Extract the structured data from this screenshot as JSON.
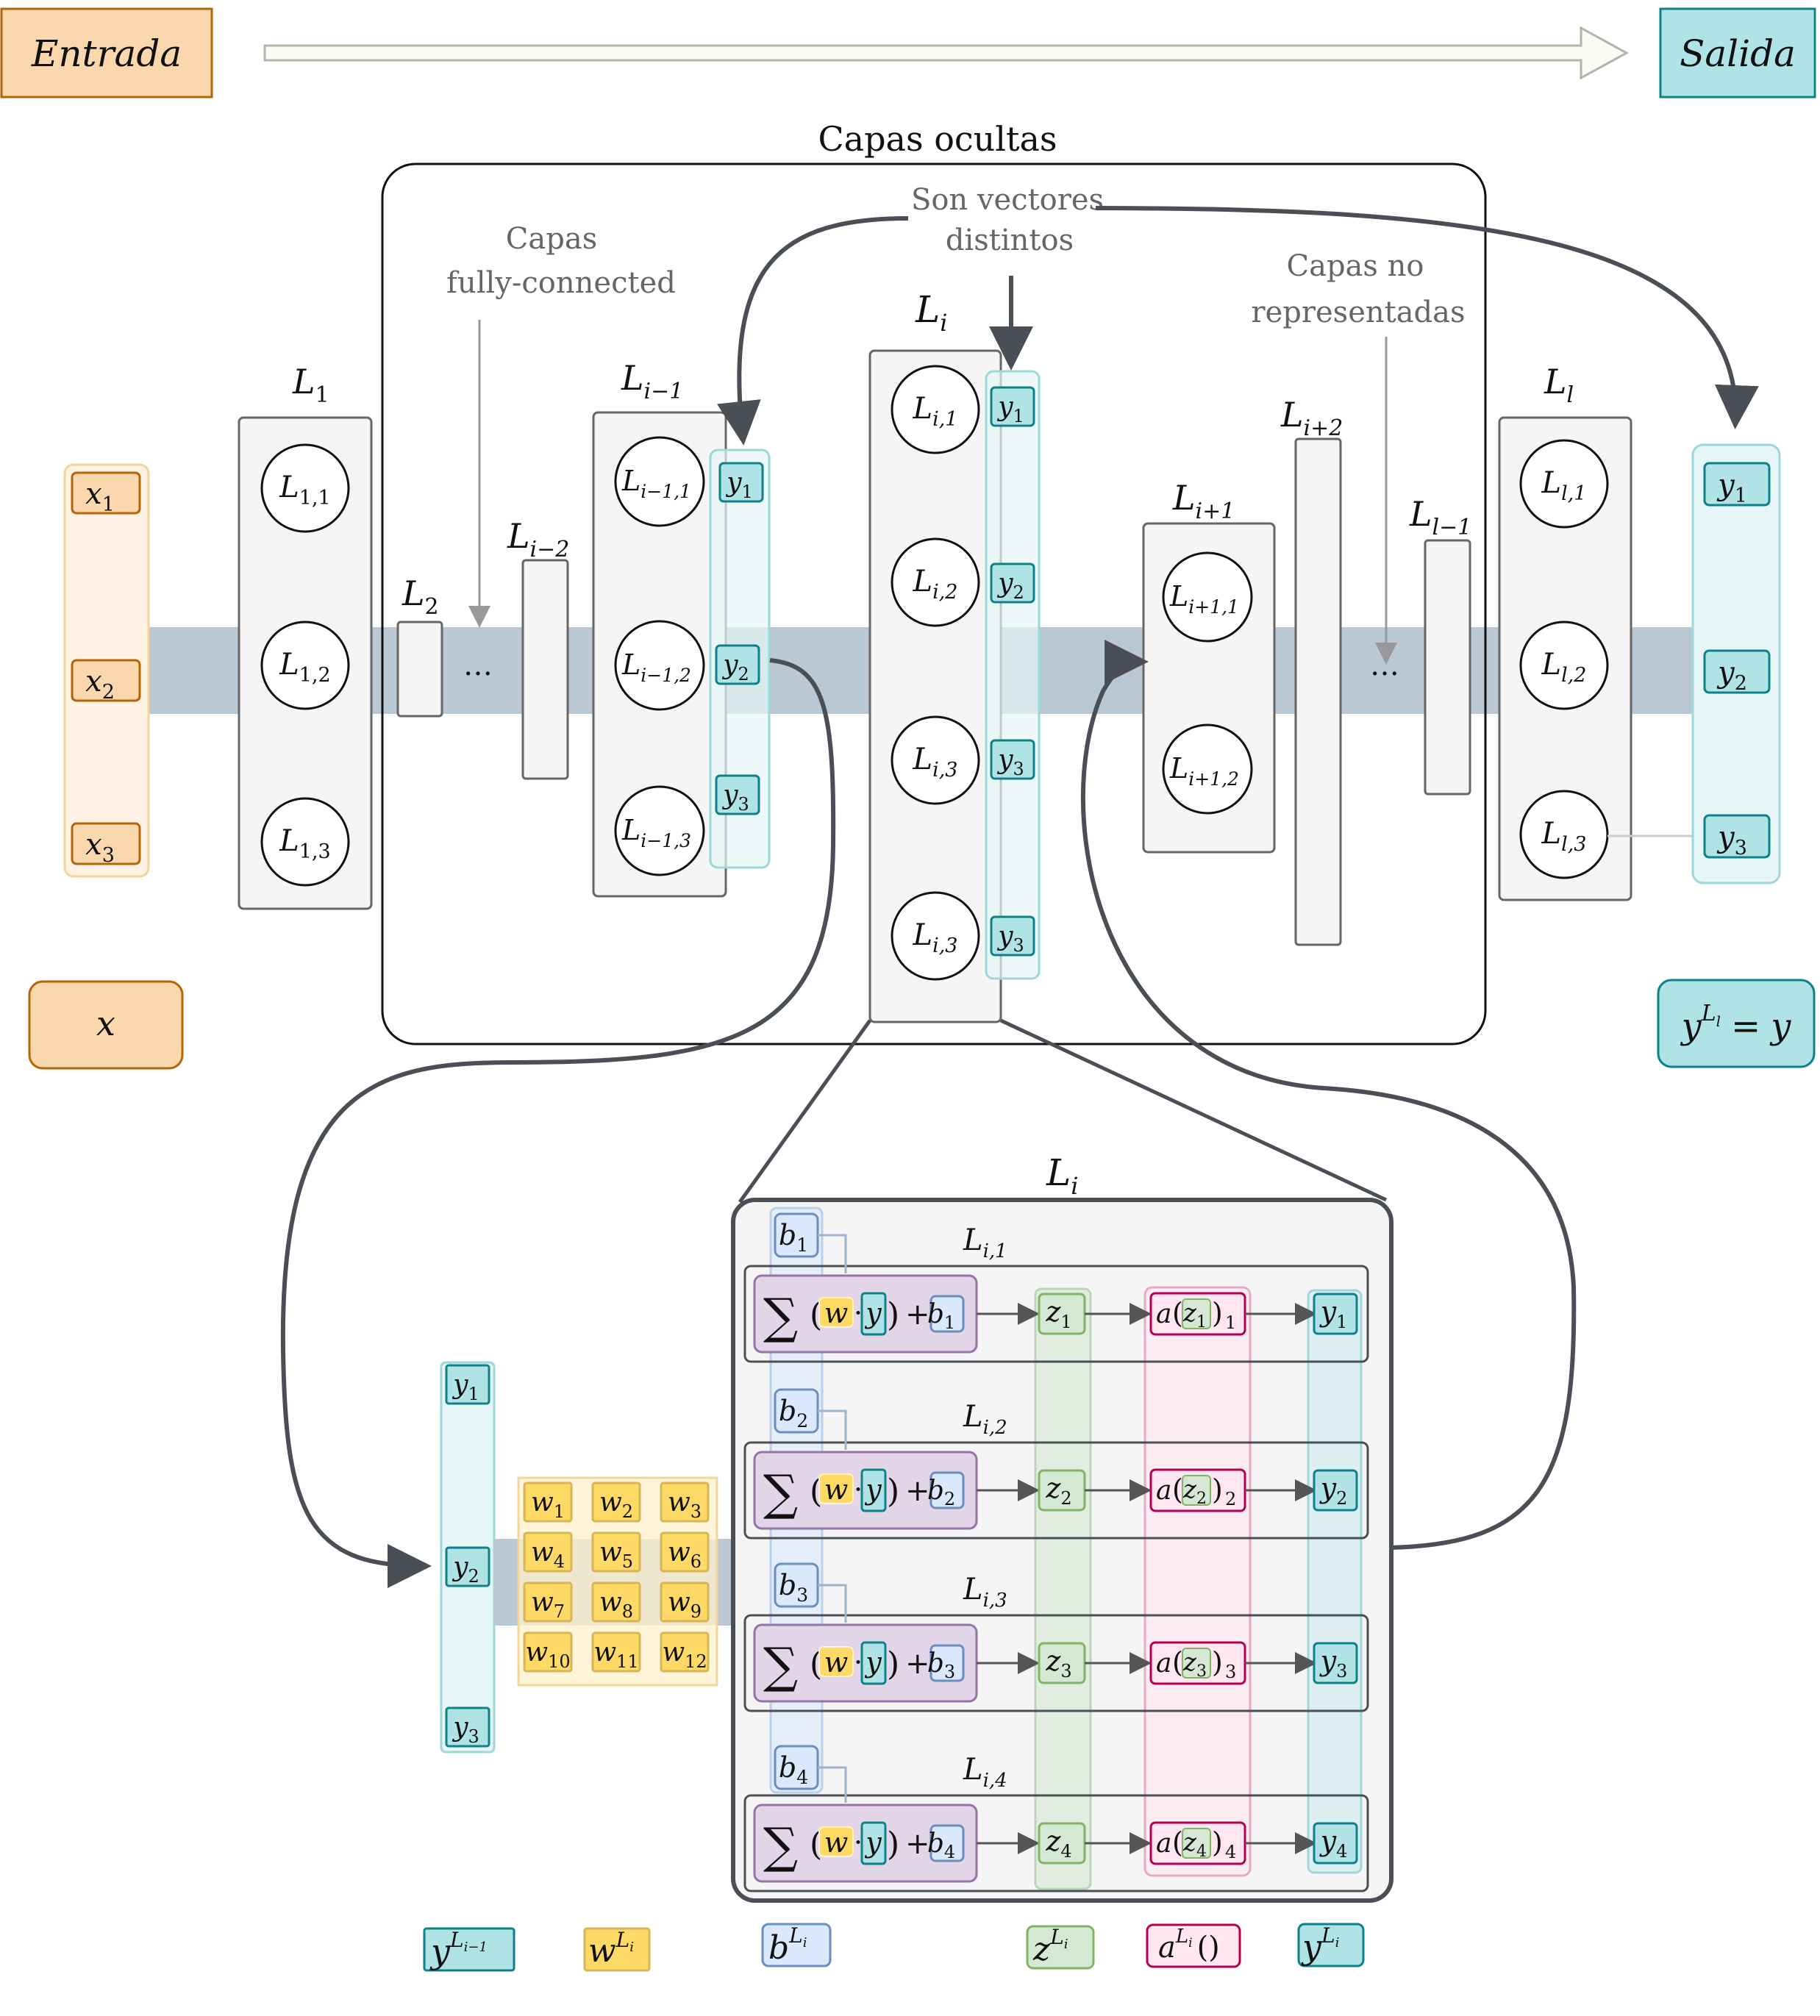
{
  "header": {
    "input_label": "Entrada",
    "output_label": "Salida"
  },
  "hidden": {
    "title": "Capas ocultas",
    "note_fc": [
      "Capas",
      "fully-connected"
    ],
    "note_distinct": [
      "Son vectores",
      "distintos"
    ],
    "note_missing": [
      "Capas no",
      "representadas"
    ],
    "ellipsis": "…"
  },
  "symbols": {
    "L": "L",
    "x": "x",
    "y": "y",
    "z": "z",
    "w": "w",
    "b": "b",
    "a": "a",
    "i": "i",
    "l": "l",
    "sub_prev": "i−1",
    "sub_prev2": "i−2",
    "sub_next": "i+1",
    "sub_next2": "i+2",
    "sub_lm1": "l−1",
    "one": "1",
    "two": "2",
    "three": "3",
    "four": "4",
    "sub_11": "1,1",
    "sub_12": "1,2",
    "sub_13": "1,3",
    "sub_i1": "i,1",
    "sub_i2": "i,2",
    "sub_i3": "i,3",
    "sub_i4": "i,4",
    "sub_p1": "i−1,1",
    "sub_p2": "i−1,2",
    "sub_p3": "i−1,3",
    "sub_n1": "i+1,1",
    "sub_n2": "i+1,2",
    "sub_l1": "l,1",
    "sub_l2": "l,2",
    "sub_l3": "l,3",
    "sigma": "∑",
    "lp": "(",
    "rp": ")",
    "dot": "·",
    "plus": "+",
    "eq": "=",
    "empty_parens": "()",
    "w_indices": [
      "1",
      "2",
      "3",
      "4",
      "5",
      "6",
      "7",
      "8",
      "9",
      "10",
      "11",
      "12"
    ]
  },
  "colors": {
    "input": "#fad7ac",
    "input_stroke": "#b46504",
    "input_band": "#fff1e3",
    "output": "#b0e3e6",
    "output_stroke": "#0e8088",
    "output_band": "#e6f6f6",
    "weights": "#ffd966",
    "weights_stroke": "#d6b656",
    "weights_band": "#fff2cc",
    "bias": "#dae8fc",
    "bias_stroke": "#6c8ebf",
    "z": "#d5e8d4",
    "z_stroke": "#82b366",
    "act": "#ffe6f0",
    "act_stroke": "#b5004f",
    "sum": "#e1d5e7",
    "sum_stroke": "#9673a6",
    "layer": "#f5f5f5",
    "layer_stroke": "#666666",
    "flow_band": "#bac8d3",
    "arrow": "#4a4f55"
  }
}
